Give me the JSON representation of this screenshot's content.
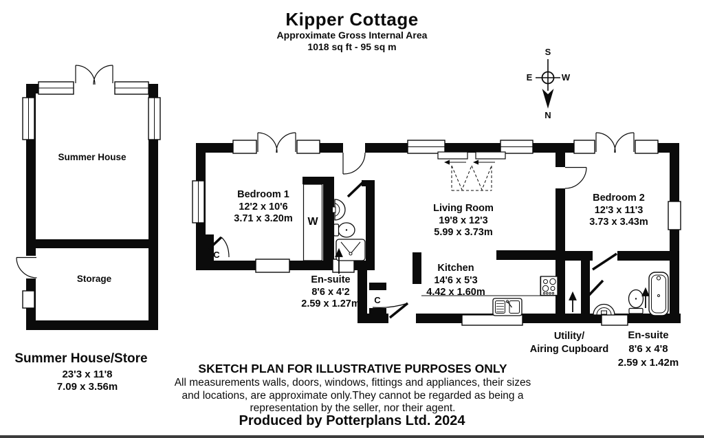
{
  "header": {
    "title": "Kipper Cottage",
    "subtitle": "Approximate Gross Internal Area",
    "area": "1018 sq ft - 95 sq m"
  },
  "compass": {
    "n": "N",
    "s": "S",
    "e": "E",
    "w": "W"
  },
  "rooms": {
    "summer_house": {
      "name": "Summer House"
    },
    "storage": {
      "name": "Storage"
    },
    "bedroom1": {
      "name": "Bedroom 1",
      "imperial": "12'2 x 10'6",
      "metric": "3.71 x 3.20m"
    },
    "ensuite1": {
      "name": "En-suite",
      "imperial": "8'6 x 4'2",
      "metric": "2.59 x 1.27m"
    },
    "living_room": {
      "name": "Living Room",
      "imperial": "19'8 x 12'3",
      "metric": "5.99 x 3.73m"
    },
    "kitchen": {
      "name": "Kitchen",
      "imperial": "14'6 x 5'3",
      "metric": "4.42 x 1.60m"
    },
    "bedroom2": {
      "name": "Bedroom 2",
      "imperial": "12'3 x 11'3",
      "metric": "3.73 x 3.43m"
    },
    "ensuite2": {
      "name": "En-suite",
      "imperial": "8'6 x 4'8",
      "metric": "2.59 x 1.42m"
    },
    "utility": {
      "line1": "Utility/",
      "line2": "Airing Cupboard"
    }
  },
  "markers": {
    "wardrobe": "W",
    "bedroom1_cupboard": "C",
    "hall_cupboard": "C"
  },
  "outbuilding": {
    "name": "Summer House/Store",
    "imperial": "23'3 x 11'8",
    "metric": "7.09 x 3.56m"
  },
  "disclaimer": {
    "heading": "SKETCH PLAN FOR ILLUSTRATIVE PURPOSES ONLY",
    "line1": "All measurements walls, doors, windows, fittings and appliances, their sizes",
    "line2": "and locations, are approximate only.They cannot be regarded as being a",
    "line3": "representation by the seller, nor their agent."
  },
  "footer": {
    "credit": "Produced by Potterplans Ltd. 2024"
  },
  "colors": {
    "ink": "#0b0b0b",
    "paper": "#ffffff",
    "bottom_strip": "#3c3c3c"
  }
}
